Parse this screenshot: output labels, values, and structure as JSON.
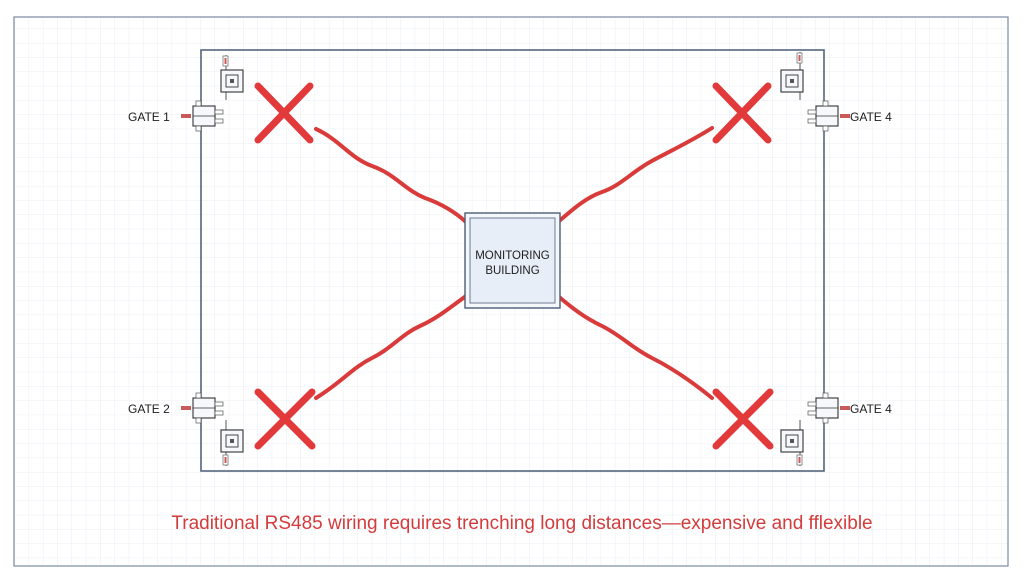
{
  "diagram": {
    "gates": {
      "top_left": "GATE 1",
      "bottom_left": "GATE 2",
      "top_right": "GATE 4",
      "bottom_right": "GATE 4"
    },
    "center_building": {
      "line1": "MONITORING",
      "line2": "BUILDING"
    },
    "caption": "Traditional RS485 wiring requires trenching long distances—expensive and fflexible",
    "colors": {
      "wire": "#d93b3b",
      "cross": "#e23a3a",
      "caption": "#d33c3c",
      "grid": "#dfe5ee",
      "frame": "#5a6f8c",
      "building_fill": "#e8eef8"
    }
  }
}
